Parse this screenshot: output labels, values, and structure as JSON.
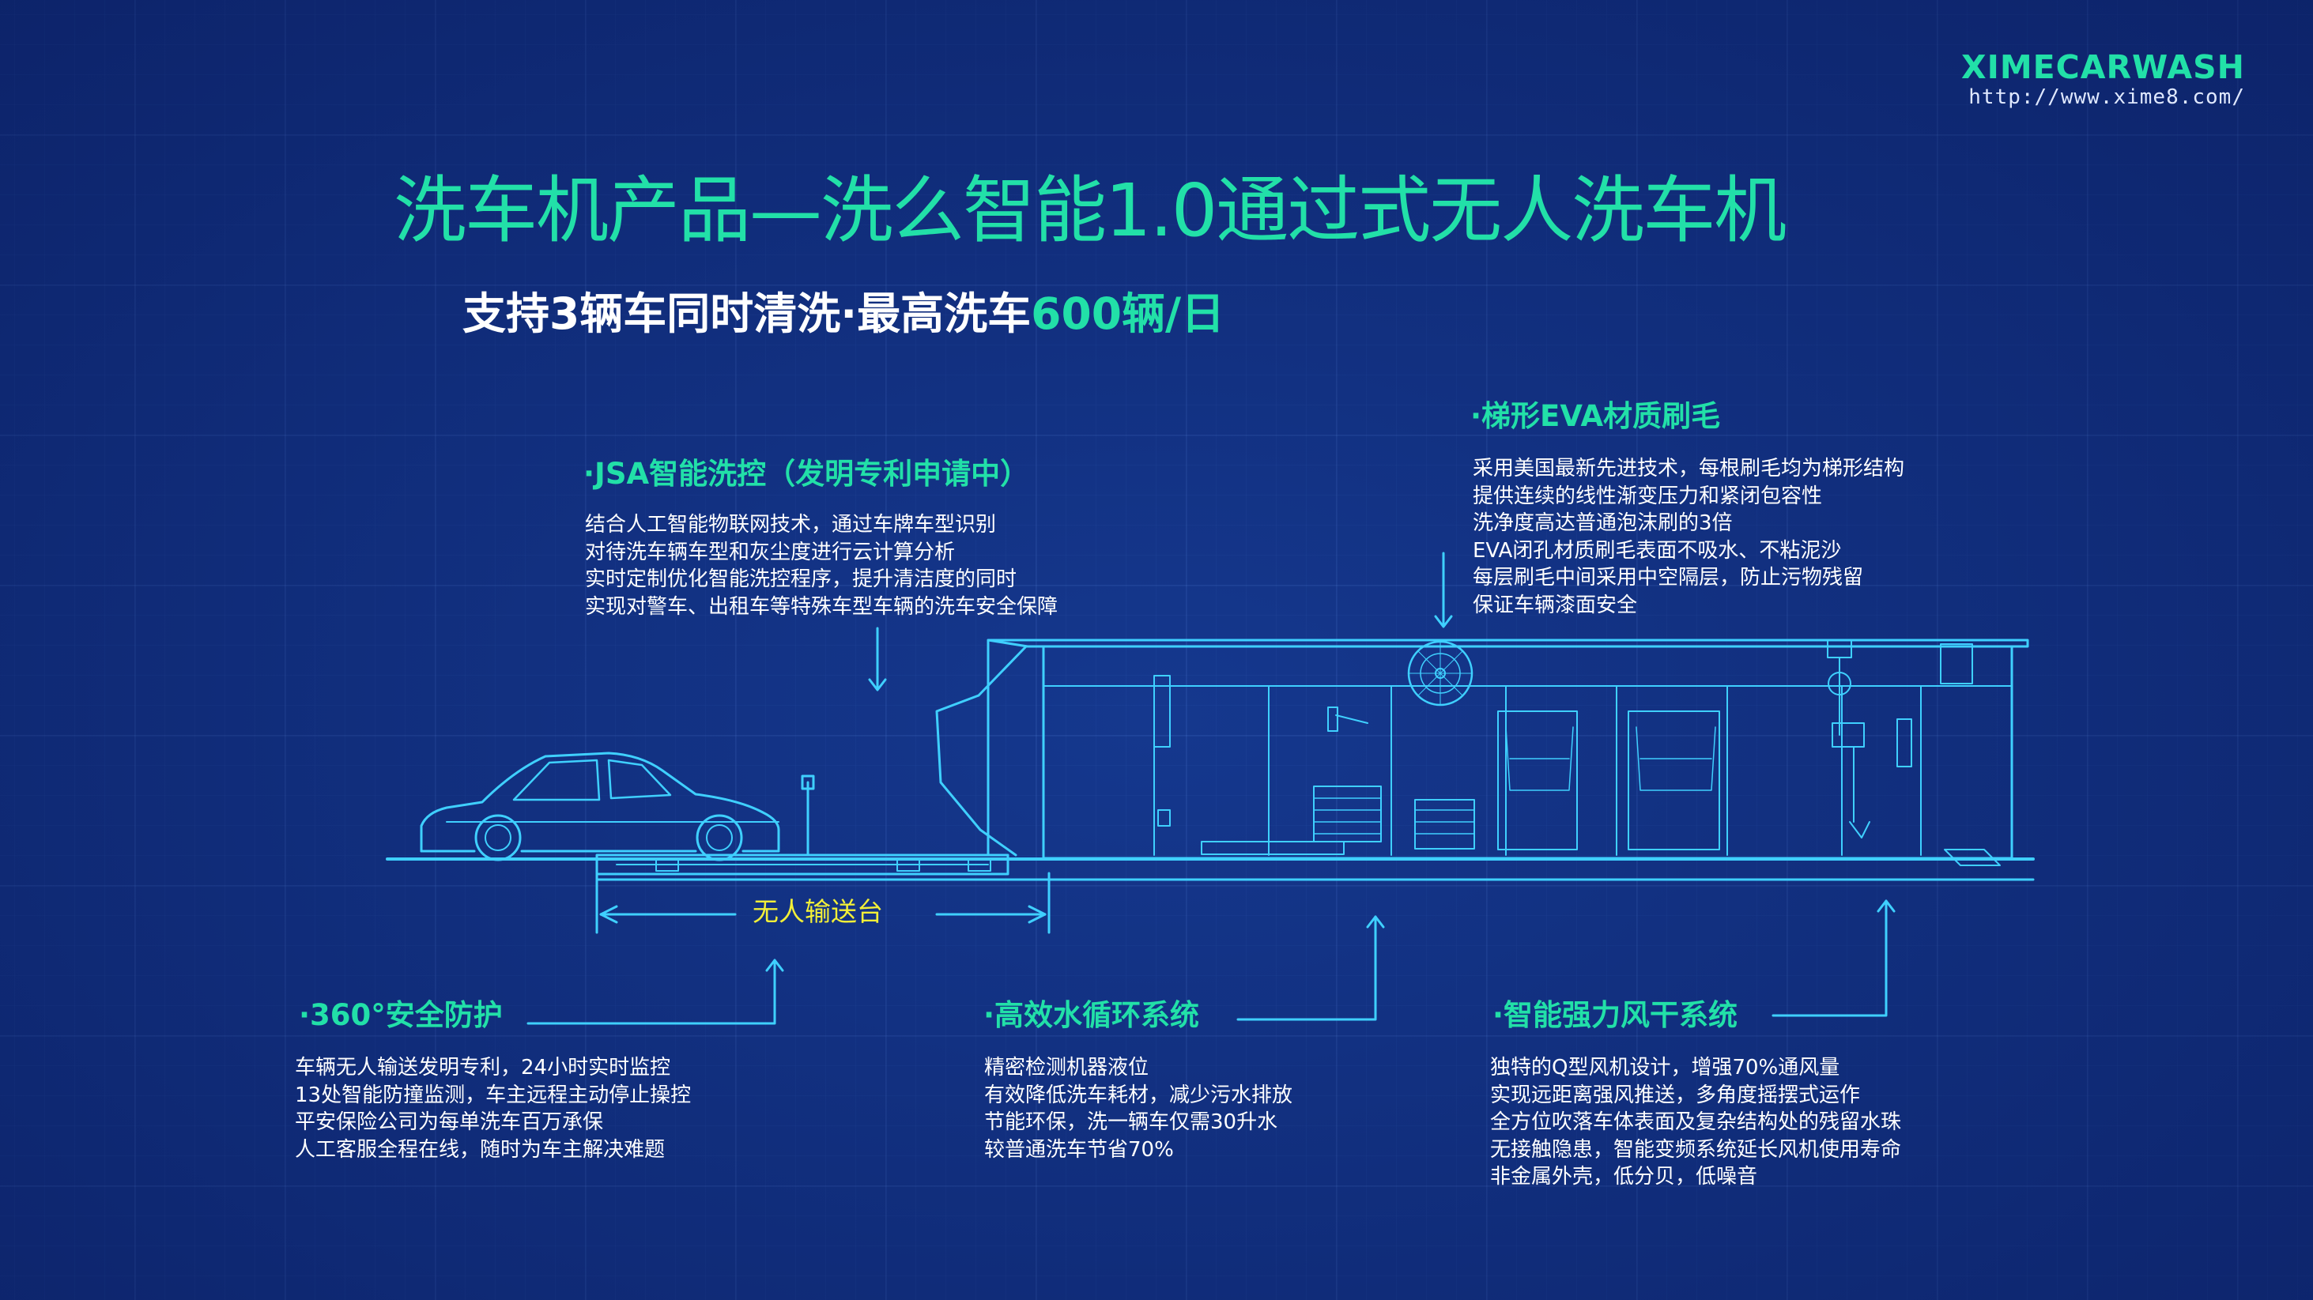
{
  "brand": {
    "name": "XIMECARWASH",
    "url": "http://www.xime8.com/"
  },
  "title": "洗车机产品—洗么智能1.0通过式无人洗车机",
  "subtitle": {
    "main": "支持3辆车同时清洗·最高洗车",
    "highlight": "600辆/日"
  },
  "features": {
    "jsa": {
      "title": "·JSA智能洗控（发明专利申请中）",
      "lines": [
        "结合人工智能物联网技术，通过车牌车型识别",
        "对待洗车辆车型和灰尘度进行云计算分析",
        "实时定制优化智能洗控程序，提升清洁度的同时",
        "实现对警车、出租车等特殊车型车辆的洗车安全保障"
      ]
    },
    "brush": {
      "title": "·梯形EVA材质刷毛",
      "lines": [
        "采用美国最新先进技术，每根刷毛均为梯形结构",
        "提供连续的线性渐变压力和紧闭包容性",
        "洗净度高达普通泡沫刷的3倍",
        "EVA闭孔材质刷毛表面不吸水、不粘泥沙",
        "每层刷毛中间采用中空隔层，防止污物残留",
        "保证车辆漆面安全"
      ]
    },
    "safety": {
      "title": "·360°安全防护",
      "lines": [
        "车辆无人输送发明专利，24小时实时监控",
        "13处智能防撞监测，车主远程主动停止操控",
        "平安保险公司为每单洗车百万承保",
        "人工客服全程在线，随时为车主解决难题"
      ]
    },
    "water": {
      "title": "·高效水循环系统",
      "lines": [
        "精密检测机器液位",
        "有效降低洗车耗材，减少污水排放",
        "节能环保，洗一辆车仅需30升水",
        "较普通洗车节省70%"
      ]
    },
    "dryer": {
      "title": "·智能强力风干系统",
      "lines": [
        "独特的Q型风机设计，增强70%通风量",
        "实现远距离强风推送，多角度摇摆式运作",
        "全方位吹落车体表面及复杂结构处的残留水珠",
        "无接触隐患，智能变频系统延长风机使用寿命",
        "非金属外壳，低分贝，低噪音"
      ]
    }
  },
  "conveyor_label": "无人输送台",
  "colors": {
    "background": "#12307e",
    "accent": "#22e0a8",
    "text": "#ffffff",
    "label": "#f2ef38",
    "diagram_line": "#3fd0ff"
  }
}
